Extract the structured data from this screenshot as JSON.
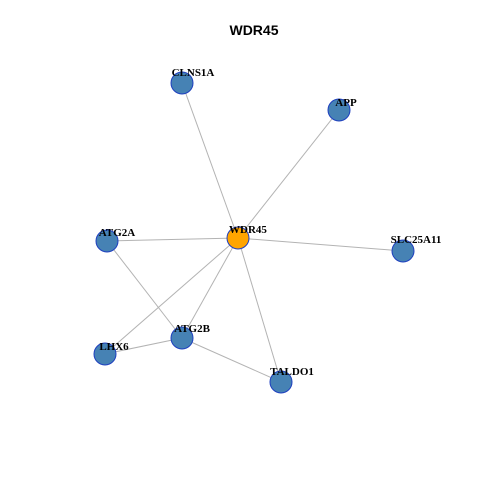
{
  "title": "WDR45",
  "colors": {
    "hub": "#ffa500",
    "node": "#4682b4",
    "node_stroke": "#1e3fbf",
    "edge": "#b3b3b3"
  },
  "nodes": [
    {
      "id": "WDR45",
      "label": "WDR45",
      "role": "hub"
    },
    {
      "id": "CLNS1A",
      "label": "CLNS1A",
      "role": "neighbor"
    },
    {
      "id": "APP",
      "label": "APP",
      "role": "neighbor"
    },
    {
      "id": "ATG2A",
      "label": "ATG2A",
      "role": "neighbor"
    },
    {
      "id": "SLC25A11",
      "label": "SLC25A11",
      "role": "neighbor"
    },
    {
      "id": "LHX6",
      "label": "LHX6",
      "role": "neighbor"
    },
    {
      "id": "ATG2B",
      "label": "ATG2B",
      "role": "neighbor"
    },
    {
      "id": "TALDO1",
      "label": "TALDO1",
      "role": "neighbor"
    }
  ],
  "edges": [
    [
      "WDR45",
      "CLNS1A"
    ],
    [
      "WDR45",
      "APP"
    ],
    [
      "WDR45",
      "ATG2A"
    ],
    [
      "WDR45",
      "SLC25A11"
    ],
    [
      "WDR45",
      "LHX6"
    ],
    [
      "WDR45",
      "ATG2B"
    ],
    [
      "WDR45",
      "TALDO1"
    ],
    [
      "ATG2A",
      "ATG2B"
    ],
    [
      "LHX6",
      "ATG2B"
    ],
    [
      "ATG2B",
      "TALDO1"
    ]
  ]
}
